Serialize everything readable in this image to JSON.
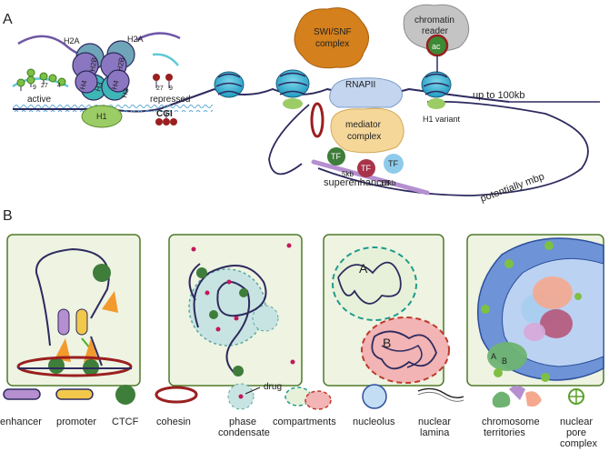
{
  "panel_a": {
    "letter": "A",
    "histones": {
      "h2a_left": "H2A",
      "h2a_right": "H2A",
      "h2b_left": "H2B",
      "h2b_right": "H2B",
      "h4": "H4",
      "h3_left": "H3",
      "h4_right": "H4",
      "h3_right": "H3",
      "h1": "H1"
    },
    "mark_numbers_left": [
      "9",
      "27",
      "4"
    ],
    "mark_numbers_right": [
      "27",
      "9"
    ],
    "active": "active",
    "repressed": "repressed",
    "cgi": "CGI",
    "swi_snf_line1": "SWI/SNF",
    "swi_snf_line2": "complex",
    "reader_line1": "chromatin",
    "reader_line2": "reader",
    "ac": "ac",
    "rnapii": "RNAPII",
    "up_to": "up to 100kb",
    "h1_variant": "H1 variant",
    "mediator_line1": "mediator",
    "mediator_line2": "complex",
    "tf1": "TF",
    "tf2": "TF",
    "tf3": "TF",
    "kb5": "5kb",
    "kb12": "12kb",
    "superenhancer": "superenhancer",
    "potentially_mbp": "potentially mbp"
  },
  "panel_b": {
    "letter": "B",
    "compartment_a": "A",
    "compartment_b": "B",
    "territory_a": "A",
    "territory_b": "B"
  },
  "legend": {
    "enhancer": "enhancer",
    "promoter": "promoter",
    "ctcf": "CTCF",
    "cohesin": "cohesin",
    "drug": "drug",
    "phase_line1": "phase",
    "phase_line2": "condensate",
    "compartments": "compartments",
    "nucleolus": "nucleolus",
    "lamina_line1": "nuclear",
    "lamina_line2": "lamina",
    "territories_line1": "chromosome",
    "territories_line2": "territories",
    "pore_line1": "nuclear",
    "pore_line2": "pore",
    "pore_line3": "complex"
  },
  "colors": {
    "dna": "#2d2a5e",
    "nucleosome": "#2bb5d6",
    "enhancer": "#b58fd0",
    "promoter": "#f2c84b",
    "ctcf": "#3e7d3a",
    "cohesin": "#9a1f1f",
    "swi_snf": "#d4801c",
    "reader": "#b9b9b9",
    "mediator": "#f5d79a",
    "rnapii": "#b9cdea",
    "panel_bg": "#eef3e2",
    "panel_border": "#4d7a2a"
  }
}
